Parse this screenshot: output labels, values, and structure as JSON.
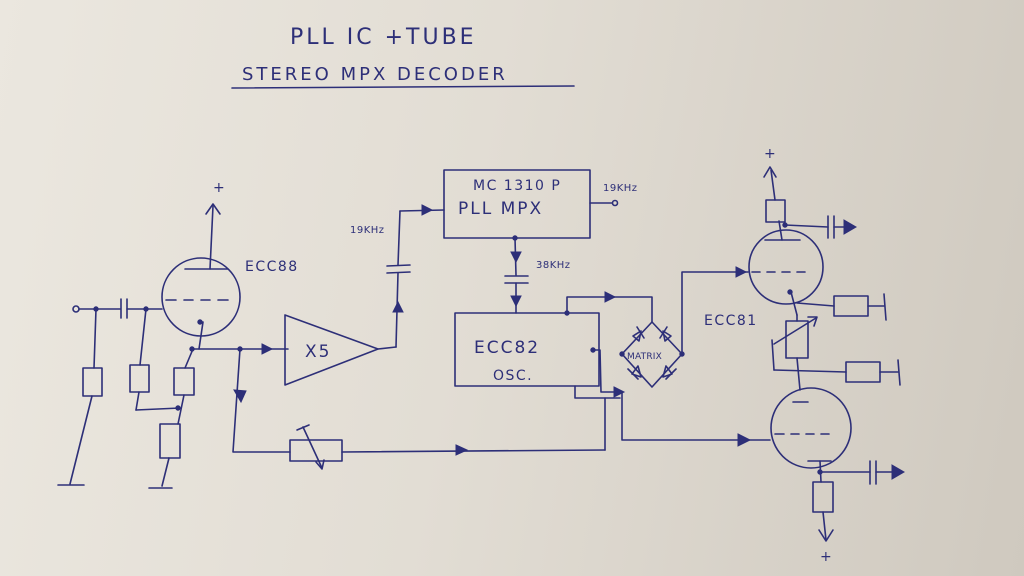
{
  "title": "PLL IC +TUBE",
  "subtitle": "STEREO MPX DECODER",
  "labels": {
    "tube_input": "ECC88",
    "tube_osc": "ECC82",
    "osc": "OSC.",
    "tube_output": "ECC81",
    "pll_chip": "MC 1310 P",
    "pll_name": "PLL MPX",
    "freq_19_out": "19KHz",
    "freq_19_in": "19KHz",
    "freq_38": "38KHz",
    "gain": "X5",
    "matrix": "MATRIX",
    "plus_input": "+",
    "plus_out_top": "+",
    "plus_out_bottom": "+"
  },
  "colors": {
    "ink": "#2d2f78",
    "paper": "#e6e1d8"
  }
}
